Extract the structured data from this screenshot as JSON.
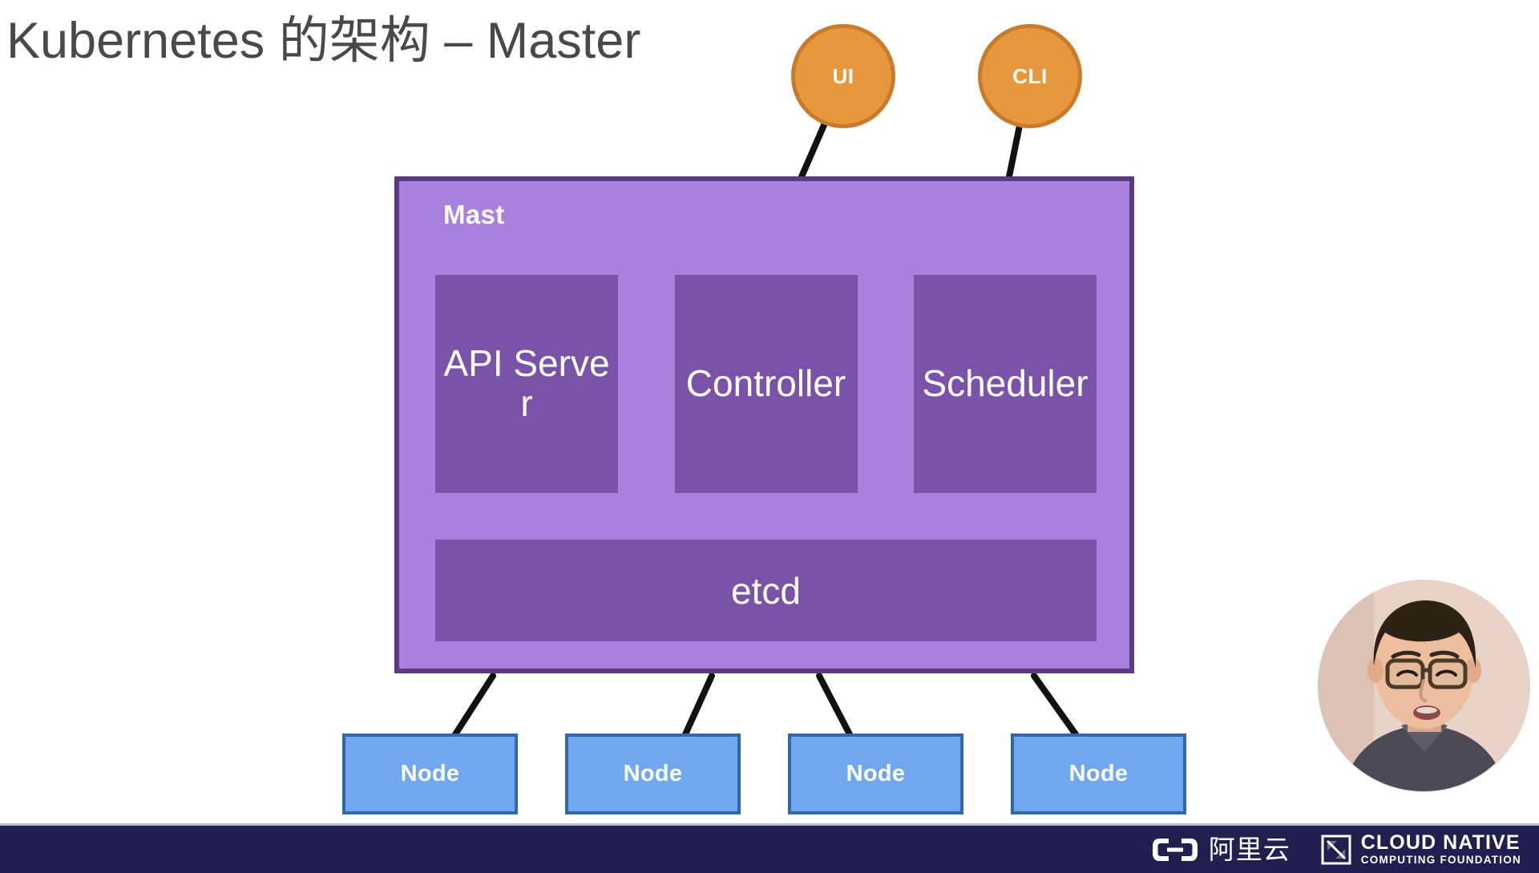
{
  "slide": {
    "title": "Kubernetes 的架构 – Master",
    "background_color": "#ffffff"
  },
  "clients": [
    {
      "id": "ui",
      "label": "UI",
      "fill": "#e8983c",
      "border": "#c77b2b"
    },
    {
      "id": "cli",
      "label": "CLI",
      "fill": "#e8983c",
      "border": "#c77b2b"
    }
  ],
  "master": {
    "label": "Mast",
    "fill": "#a97fe0",
    "border": "#5b3a7e",
    "components": [
      {
        "id": "api-server",
        "label": "API Server",
        "fill": "#7a52a8"
      },
      {
        "id": "controller",
        "label": "Controller",
        "fill": "#7a52a8"
      },
      {
        "id": "scheduler",
        "label": "Scheduler",
        "fill": "#7a52a8"
      }
    ],
    "datastore": {
      "id": "etcd",
      "label": "etcd",
      "fill": "#7a52a8"
    }
  },
  "nodes": [
    {
      "id": "node-0",
      "label": "Node",
      "fill": "#6fa8f0",
      "border": "#2f69ab"
    },
    {
      "id": "node-1",
      "label": "Node",
      "fill": "#6fa8f0",
      "border": "#2f69ab"
    },
    {
      "id": "node-2",
      "label": "Node",
      "fill": "#6fa8f0",
      "border": "#2f69ab"
    },
    {
      "id": "node-3",
      "label": "Node",
      "fill": "#6fa8f0",
      "border": "#2f69ab"
    }
  ],
  "connectors": {
    "color": "#111111",
    "width": 7
  },
  "footer": {
    "background_color": "#1f2050",
    "brands": [
      {
        "id": "aliyun",
        "icon": "aliyun-logo-icon",
        "text": "阿里云"
      },
      {
        "id": "cncf",
        "icon": "cncf-logo-icon",
        "line1": "CLOUD NATIVE",
        "line2": "COMPUTING FOUNDATION"
      }
    ]
  },
  "webcam": {
    "present": true,
    "description": "presenter-video"
  }
}
